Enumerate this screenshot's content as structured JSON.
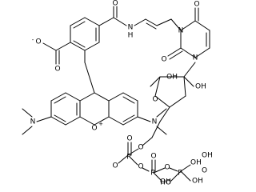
{
  "atom_labels": {
    "carboxylate_o": "O",
    "carboxylate_o_charge": "-",
    "carboxyl_o": "O",
    "amide_o": "O",
    "amide_n": "N",
    "amide_h": "H",
    "uracil_o4": "O",
    "uracil_n3": "N",
    "uracil_o2": "O",
    "uracil_n1": "N",
    "ring_o": "O",
    "oh_left": "OH",
    "oh_right": "OH",
    "n_left": "N",
    "n_right": "N",
    "xanthene_o": "O",
    "xanthene_o_charge": "+",
    "o5": "O",
    "p1": "P",
    "p1_o_double": "O",
    "p1_o_single": "O",
    "o_bridge1": "O",
    "p2": "P",
    "p2_o_double": "O",
    "p2_oh": "OH",
    "o_bridge2": "O",
    "p3": "P",
    "p3_oh_top": "OH",
    "p3_oh_right": "OH",
    "p3_o_double": "O",
    "p3_oh_bottom": "HO",
    "p3_oh_bottom2": "OH"
  }
}
